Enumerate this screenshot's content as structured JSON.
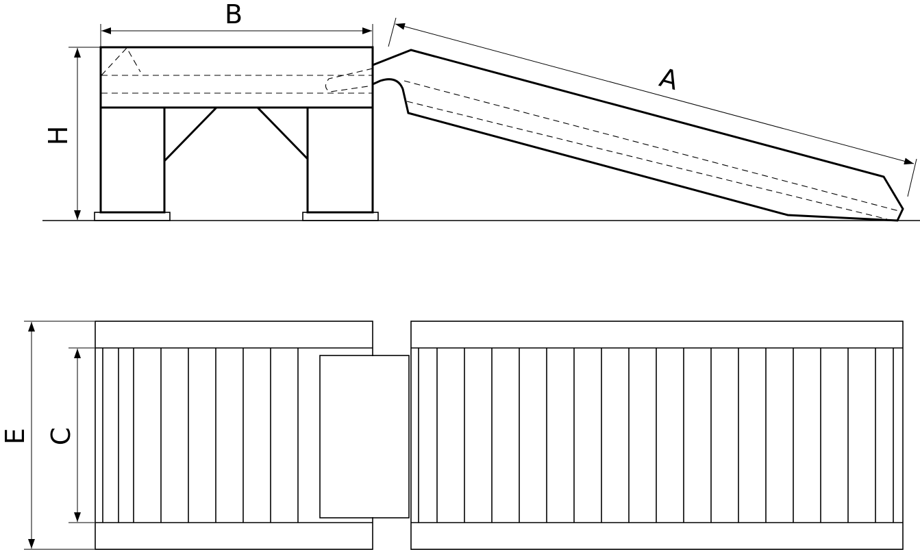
{
  "dimensions": {
    "a": "A",
    "b": "B",
    "c": "C",
    "e": "E",
    "h": "H"
  }
}
